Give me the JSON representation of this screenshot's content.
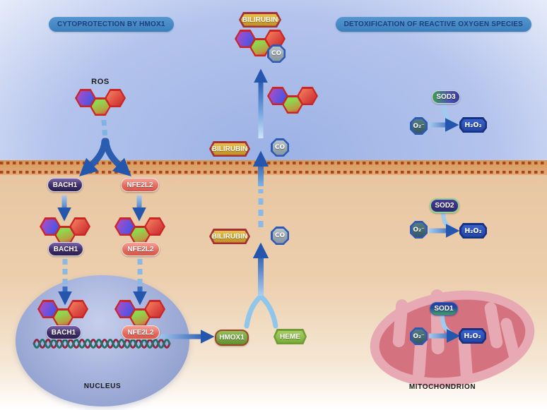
{
  "banners": {
    "left": "CYTOPROTECTION BY HMOX1",
    "right": "DETOXIFICATION OF REACTIVE OXYGEN SPECIES"
  },
  "molecules": {
    "ros": "ROS",
    "bach1": "BACH1",
    "nfe2l2": "NFE2L2",
    "hmox1": "HMOX1",
    "heme": "HEME",
    "bilirubin": "BILIRUBIN",
    "co": "CO",
    "sod1": "SOD1",
    "sod2": "SOD2",
    "sod3": "SOD3",
    "superoxide": "O₂⁻",
    "hydrogen_peroxide": "H₂O₂"
  },
  "compartments": {
    "nucleus": "NUCLEUS",
    "mitochondrion": "MITOCHONDRION"
  },
  "colors": {
    "banner_bg": "#4189c7",
    "banner_text": "#1c3f7d",
    "extracellular_blue": "#a3b8e8",
    "cytoplasm_tan": "#e8c6a2",
    "membrane_orange": "#dda26c",
    "membrane_dash": "#a8481a",
    "arrow_dark_blue": "#2456ae",
    "arrow_light_blue": "#a9cdf0",
    "hexagon_border_red": "#cc2525",
    "nucleus_fill": "#aab6de",
    "mitochondrion_outer": "#e7a9b3",
    "mitochondrion_inner": "#d4737f",
    "bach1_pill": "#42306e",
    "nfe2l2_pill": "#e4695c",
    "hmox1_fill": "#76a83e",
    "heme_fill": "#8cbf4d",
    "bilirubin_fill": "#d4a531",
    "co_fill": "#98a4ad",
    "superoxide_fill": "#43676f",
    "h2o2_fill": "#2a4fb4"
  }
}
